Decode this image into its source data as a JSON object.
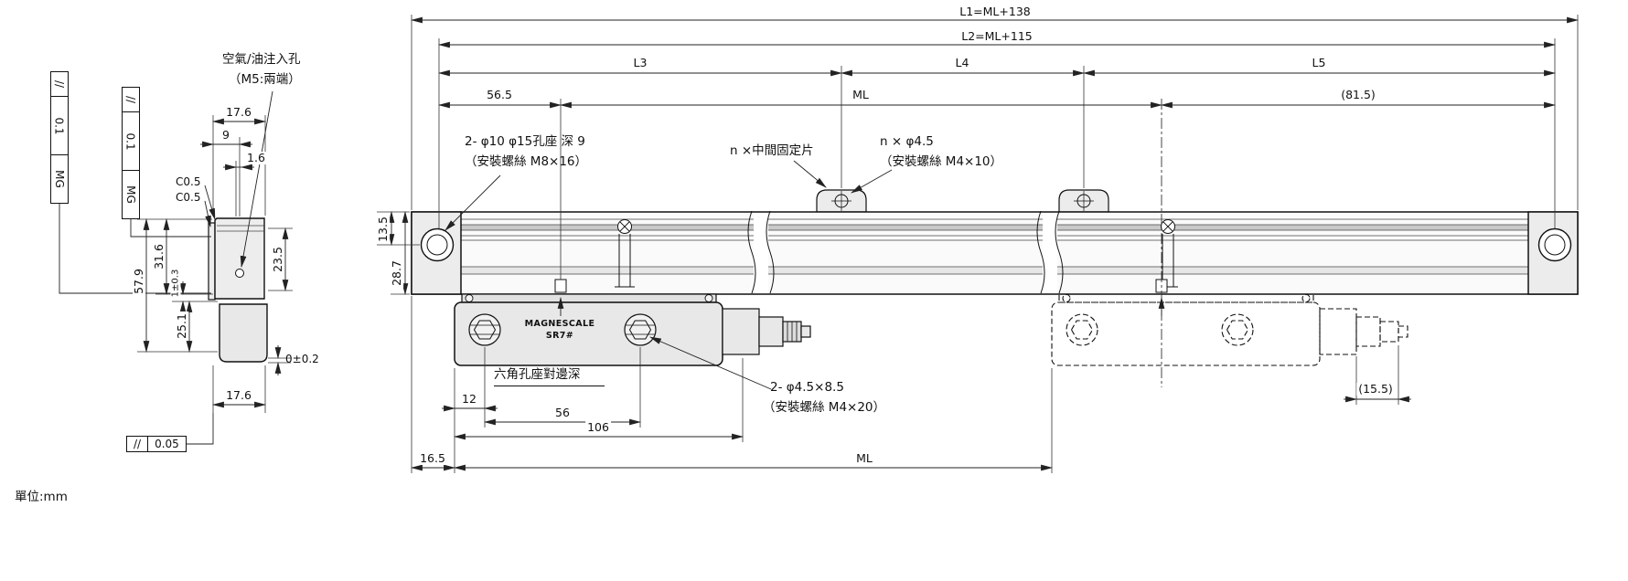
{
  "meta": {
    "unit_note": "單位:mm"
  },
  "tolerance": {
    "flag_left": {
      "sym": "//",
      "val": "0.1",
      "datum": "MG"
    },
    "flag_right": {
      "sym": "//",
      "val": "0.1",
      "datum": "MG"
    },
    "parallelism_sym": "//",
    "parallelism_val": "0.05"
  },
  "section": {
    "air_hole_1": "空氣/油注入孔",
    "air_hole_2": "（M5:兩端）",
    "top_width": "17.6",
    "hole_pos": "9",
    "hole_pos2": "1.6",
    "chamfer_1": "C0.5",
    "chamfer_2": "C0.5",
    "h23_5": "23.5",
    "h31_6": "31.6",
    "h57_9": "57.9",
    "gap_tol": "1±0.3",
    "h25_1": "25.1",
    "flush_tol": "0±0.2",
    "bottom_width": "17.6"
  },
  "main": {
    "L1": "L1=ML+138",
    "L2": "L2=ML+115",
    "L3": "L3",
    "L4": "L4",
    "L5": "L5",
    "d56_5": "56.5",
    "ml_top": "ML",
    "d81_5": "(81.5)",
    "d13_5": "13.5",
    "d28_7": "28.7",
    "counterbore_1": "2- φ10 φ15孔座 深 9",
    "counterbore_2": "（安裝螺絲 M8×16）",
    "mid_clamp": "n ×中間固定片",
    "mid_hole_1": "n × φ4.5",
    "mid_hole_2": "（安裝螺絲 M4×10）",
    "hex_note": "六角孔座對邊深",
    "head_hole_1": "2- φ4.5×8.5",
    "head_hole_2": "（安裝螺絲 M4×20）",
    "d12": "12",
    "d56": "56",
    "d106": "106",
    "d16_5": "16.5",
    "ml_bottom": "ML",
    "d15_5": "(15.5)"
  },
  "head": {
    "brand": "MAGNESCALE",
    "model": "SR7#"
  }
}
